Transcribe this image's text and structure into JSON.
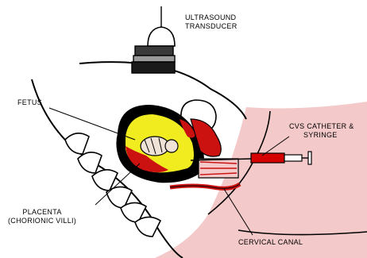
{
  "labels": {
    "transducer_line1": "ULTRASOUND",
    "transducer_line2": "TRANSDUCER",
    "fetus": "FETUS",
    "cvs_line1": "CVS CATHETER &",
    "cvs_line2": "SYRINGE",
    "placenta_line1": "PLACENTA",
    "placenta_line2": "(CHORIONIC VILLI)",
    "cervical_canal": "CERVICAL CANAL"
  },
  "colors": {
    "outline": "#000000",
    "skin_shade": "#f4c9c9",
    "uterus_wall": "#cc1111",
    "amniotic_fluid": "#f0ec20",
    "fetus_fill": "#efe2d6",
    "catheter": "#d40000"
  }
}
